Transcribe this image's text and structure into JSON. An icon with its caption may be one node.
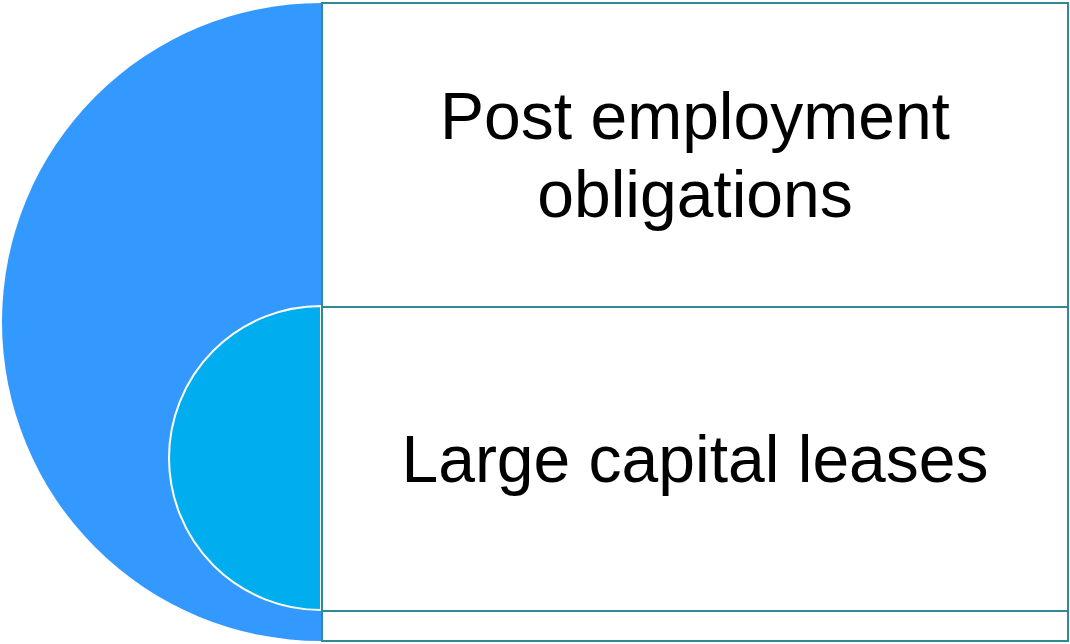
{
  "diagram": {
    "nodes": [
      {
        "text": [],
        "shape": "semicircle"
      },
      {
        "text": [
          "Post employment obligations"
        ]
      },
      {
        "text": [],
        "shape": "semicircle",
        "in": 0
      },
      {
        "text": [
          "Large capital leases"
        ]
      },
      {
        "text": [],
        "shape": "box"
      }
    ],
    "edges": []
  }
}
